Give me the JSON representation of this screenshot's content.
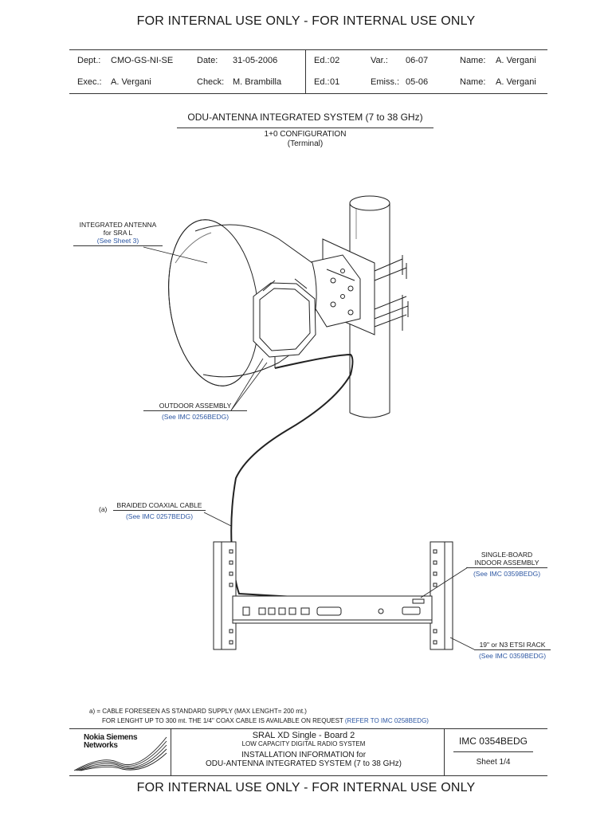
{
  "banner": {
    "top": "FOR INTERNAL USE ONLY - FOR INTERNAL USE ONLY",
    "bottom": "FOR INTERNAL USE ONLY - FOR INTERNAL USE ONLY"
  },
  "header": {
    "dept_label": "Dept.:",
    "dept_value": "CMO-GS-NI-SE",
    "date_label": "Date:",
    "date_value": "31-05-2006",
    "ed1_label": "Ed.:",
    "ed1_value": "02",
    "var_label": "Var.:",
    "var_value": "06-07",
    "name1_label": "Name:",
    "name1_value": "A. Vergani",
    "exec_label": "Exec.:",
    "exec_value": "A. Vergani",
    "check_label": "Check:",
    "check_value": "M. Brambilla",
    "ed2_label": "Ed.:",
    "ed2_value": "01",
    "emiss_label": "Emiss.:",
    "emiss_value": "05-06",
    "name2_label": "Name:",
    "name2_value": "A. Vergani"
  },
  "title": "ODU-ANTENNA INTEGRATED SYSTEM (7 to 38 GHz)",
  "subtitle": {
    "line1": "1+0 CONFIGURATION",
    "line2": "(Terminal)"
  },
  "labels": {
    "antenna": {
      "line1": "INTEGRATED ANTENNA",
      "line2": "for SRA L",
      "ref": "(See  Sheet 3)"
    },
    "outdoor": {
      "line1": "OUTDOOR ASSEMBLY",
      "ref": "(See  IMC 0256BEDG)"
    },
    "cable": {
      "prefix": "(a)",
      "line1": "BRAIDED COAXIAL CABLE",
      "ref": "(See  IMC 0257BEDG)"
    },
    "indoor": {
      "line1": "SINGLE-BOARD",
      "line2": "INDOOR ASSEMBLY",
      "ref": "(See  IMC 0359BEDG)"
    },
    "rack": {
      "line1": "19\" or N3 ETSI RACK",
      "ref": "(See  IMC 0359BEDG)"
    }
  },
  "notes": {
    "line1": "a) = CABLE FORESEEN AS STANDARD SUPPLY (MAX LENGHT= 200 mt.)",
    "line2": "FOR LENGHT UP TO 300 mt. THE 1/4\" COAX CABLE IS AVAILABLE ON REQUEST",
    "line2_ref": "(REFER TO IMC 0258BEDG)"
  },
  "title_block": {
    "logo_line1": "Nokia Siemens",
    "logo_line2": "Networks",
    "system": "SRAL  XD Single - Board 2",
    "system_sub": "LOW CAPACITY DIGITAL RADIO SYSTEM",
    "doc_line1": "INSTALLATION INFORMATION for",
    "doc_line2": "ODU-ANTENNA INTEGRATED SYSTEM (7 to 38 GHz)",
    "code": "IMC 0354BEDG",
    "sheet": "Sheet 1/4"
  }
}
